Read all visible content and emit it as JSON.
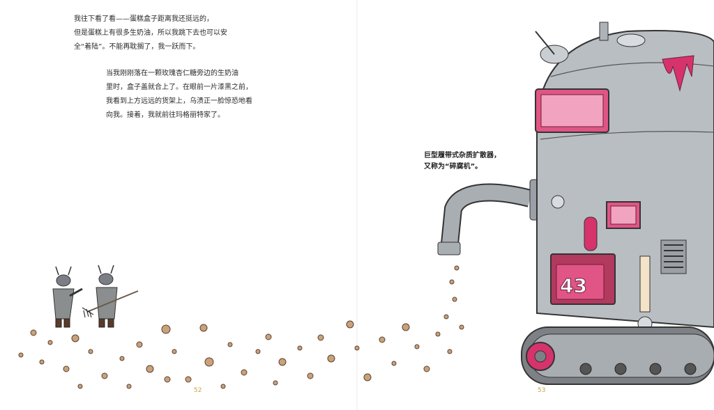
{
  "page_left": {
    "paragraph1": [
      "我往下看了看——蛋糕盒子距离我还挺远的，",
      "但是蛋糕上有很多生奶油，所以我跳下去也可以安",
      "全“着陆”。不能再耽搁了，我一跃而下。"
    ],
    "paragraph2": [
      "当我刚刚落在一颗玫瑰杏仁糖旁边的生奶油",
      "里时，盒子盖就合上了。在眼前一片漆黑之前，",
      "我看到上方远远的货架上，乌渍正一脸惊恐地看",
      "向我。接着，我就前往玛格丽特家了。"
    ],
    "page_number": "52"
  },
  "page_right": {
    "caption": [
      "巨型履带式杂质扩散器，",
      "又称为“碎腐机”。"
    ],
    "machine_display": "43",
    "page_number": "53"
  },
  "colors": {
    "accent_pink": "#d6336c",
    "metal_gray": "#b9bec3",
    "page_number": "#c9a24a"
  }
}
